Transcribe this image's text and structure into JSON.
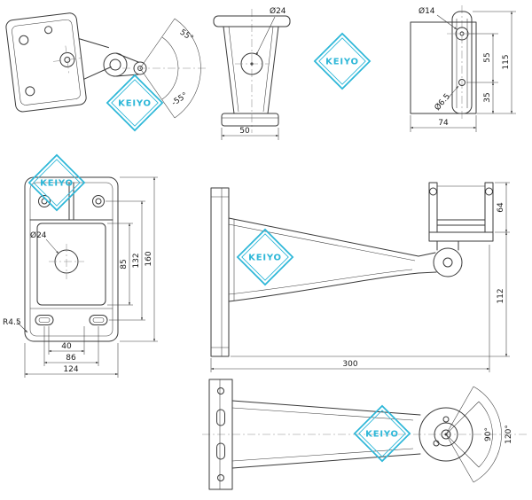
{
  "watermark": {
    "label": "KEIYO"
  },
  "colors": {
    "wm": "#2db7d8",
    "line": "#3a3a3a"
  },
  "views": {
    "plan": {
      "angle_pos": "55°",
      "angle_neg": "-55°"
    },
    "front_arm": {
      "hole_dia": "Ø24",
      "base_width": "50"
    },
    "side_plate": {
      "hole_top_dia": "Ø14",
      "hole_bottom_dia": "Ø6.5",
      "plate_width": "74",
      "height_total": "115",
      "height_upper": "55",
      "height_lower": "35"
    },
    "back_plate": {
      "hole_dia": "Ø24",
      "inner_height": "85",
      "slot_span": "132",
      "height": "160",
      "inner_width": "40",
      "slot_width": "86",
      "width": "124",
      "corner_radius": "R4.5"
    },
    "side_assembly": {
      "clamp_height": "64",
      "drop_height": "112",
      "arm_length": "300"
    },
    "top_assembly": {
      "swing_inner": "90°",
      "swing_outer": "120°"
    }
  }
}
